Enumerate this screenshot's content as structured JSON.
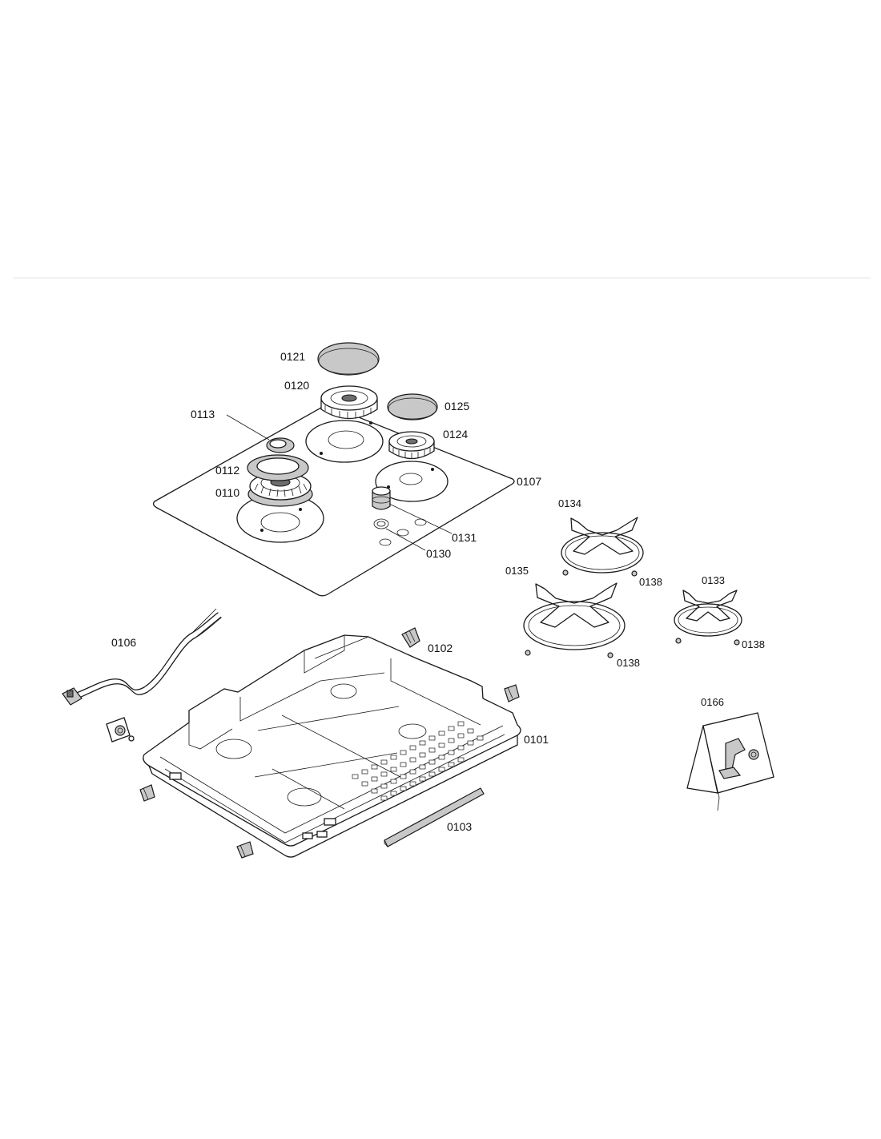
{
  "labels": {
    "p0121": "0121",
    "p0120": "0120",
    "p0125": "0125",
    "p0113": "0113",
    "p0124": "0124",
    "p0112": "0112",
    "p0107": "0107",
    "p0110": "0110",
    "p0134": "0134",
    "p0131": "0131",
    "p0130": "0130",
    "p0135": "0135",
    "p0138a": "0138",
    "p0133": "0133",
    "p0106": "0106",
    "p0102": "0102",
    "p0138b": "0138",
    "p0138c": "0138",
    "p0166": "0166",
    "p0101": "0101",
    "p0103": "0103"
  },
  "colors": {
    "line": "#1a1a1a",
    "shade": "#c8c8c8",
    "dark": "#6d6d6d",
    "rule": "#e6e6e6"
  }
}
